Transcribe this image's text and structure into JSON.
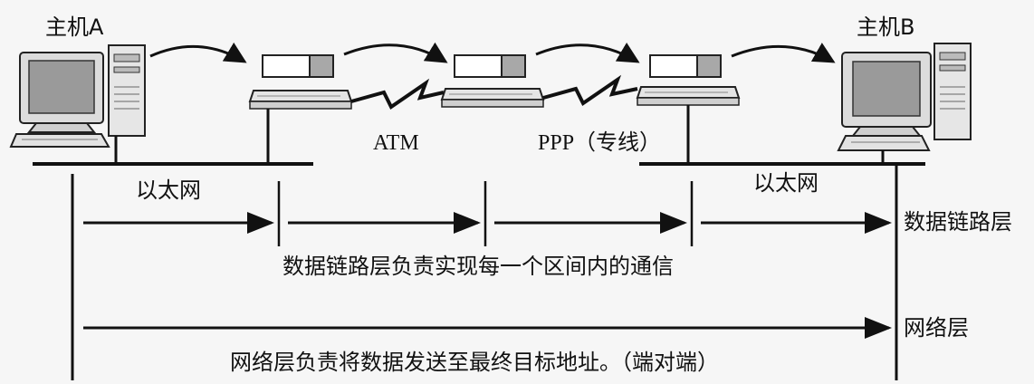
{
  "hosts": {
    "a_label": "主机A",
    "b_label": "主机B"
  },
  "networks": {
    "left_lan_label": "以太网",
    "right_lan_label": "以太网",
    "atm_label": "ATM",
    "ppp_label": "PPP（专线）"
  },
  "layers": {
    "datalink": {
      "name": "数据链路层",
      "description": "数据链路层负责实现每一个区间内的通信"
    },
    "network": {
      "name": "网络层",
      "description": "网络层负责将数据发送至最终目标地址。（端对端）"
    }
  }
}
